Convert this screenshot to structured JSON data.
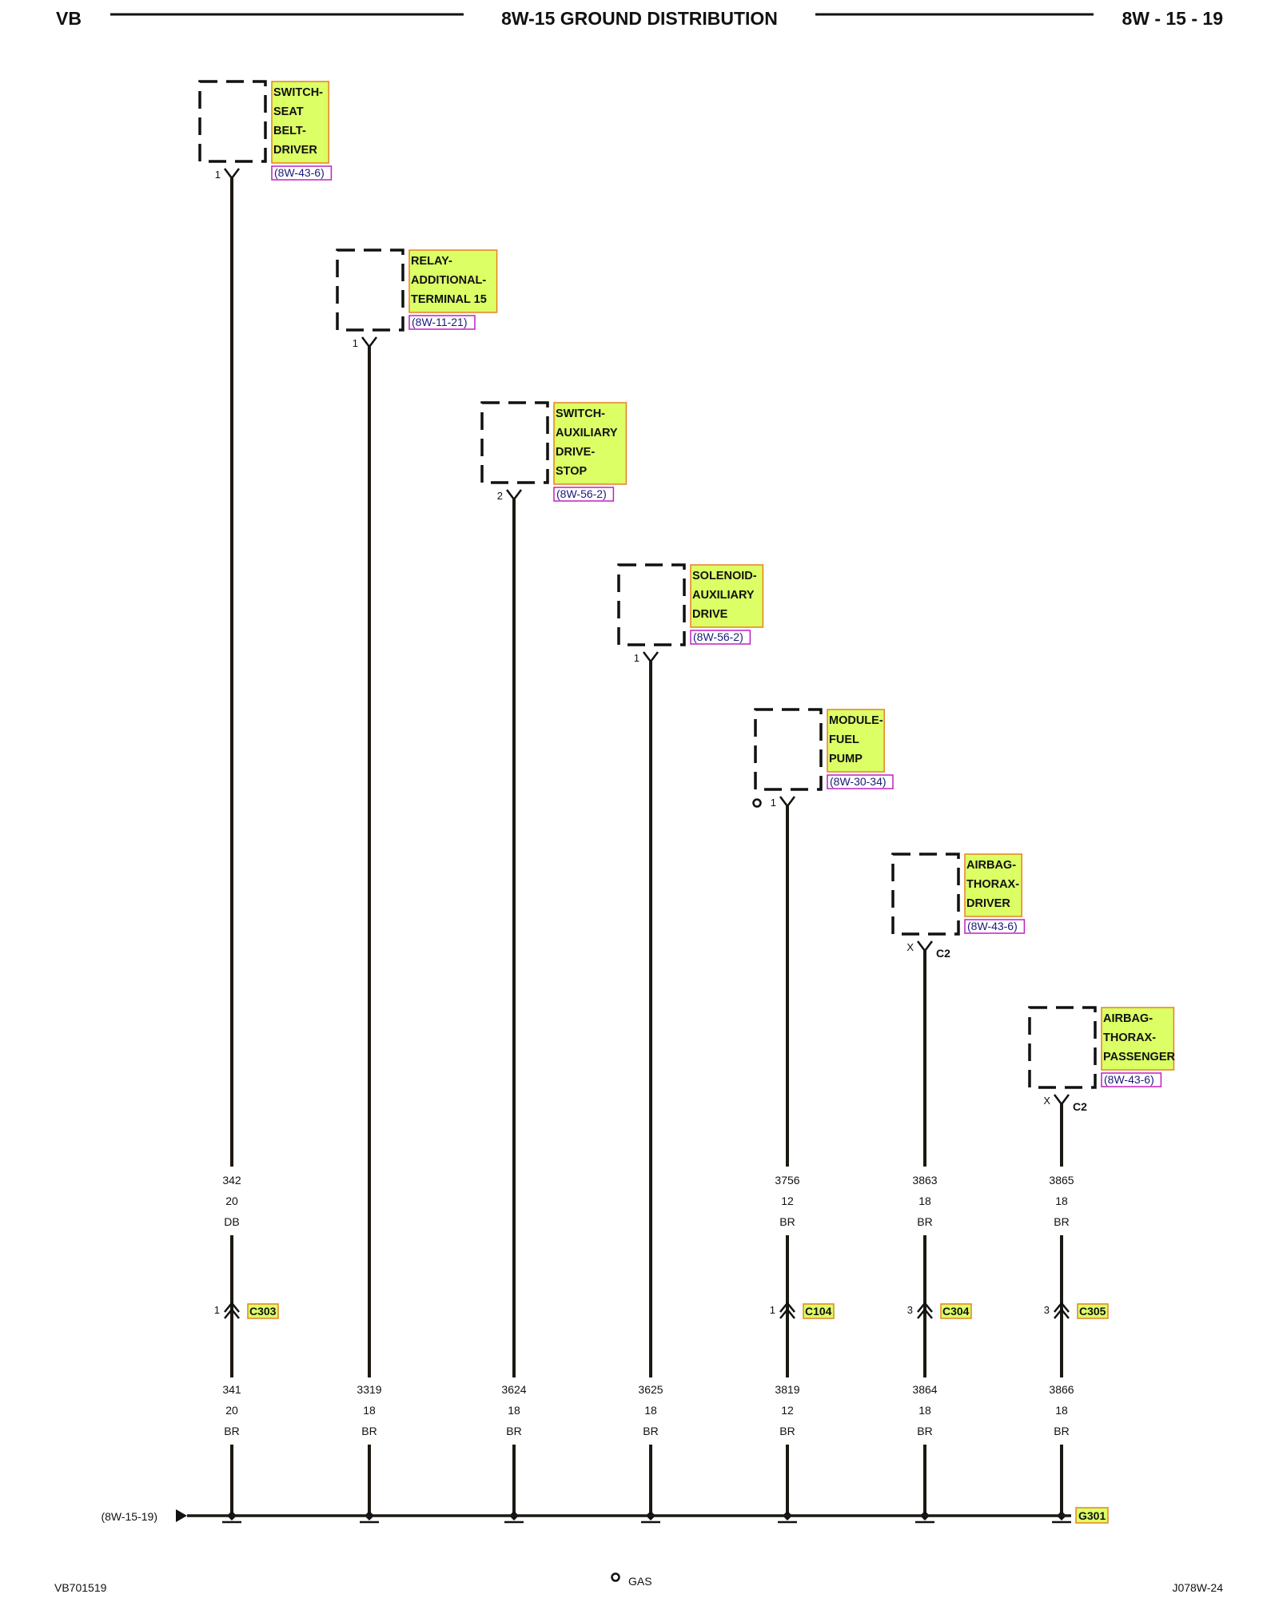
{
  "header": {
    "left": "VB",
    "title": "8W-15 GROUND DISTRIBUTION",
    "page": "8W - 15 - 19"
  },
  "components": [
    {
      "lines": [
        "SWITCH-",
        "SEAT",
        "BELT-",
        "DRIVER"
      ],
      "ref": "(8W-43-6)",
      "pin": "1",
      "cavity": ""
    },
    {
      "lines": [
        "RELAY-",
        "ADDITIONAL-",
        "TERMINAL 15"
      ],
      "ref": "(8W-11-21)",
      "pin": "1",
      "cavity": ""
    },
    {
      "lines": [
        "SWITCH-",
        "AUXILIARY",
        "DRIVE-",
        "STOP"
      ],
      "ref": "(8W-56-2)",
      "pin": "2",
      "cavity": ""
    },
    {
      "lines": [
        "SOLENOID-",
        "AUXILIARY",
        "DRIVE"
      ],
      "ref": "(8W-56-2)",
      "pin": "1",
      "cavity": ""
    },
    {
      "lines": [
        "MODULE-",
        "FUEL",
        "PUMP"
      ],
      "ref": "(8W-30-34)",
      "pin": "1",
      "cavity": "",
      "option_marker": true
    },
    {
      "lines": [
        "AIRBAG-",
        "THORAX-",
        "DRIVER"
      ],
      "ref": "(8W-43-6)",
      "pin": "X",
      "cavity": "C2"
    },
    {
      "lines": [
        "AIRBAG-",
        "THORAX-",
        "PASSENGER"
      ],
      "ref": "(8W-43-6)",
      "pin": "X",
      "cavity": "C2"
    }
  ],
  "upper_wires": [
    {
      "circuit": "342",
      "gauge": "20",
      "color": "DB"
    },
    null,
    null,
    null,
    {
      "circuit": "3756",
      "gauge": "12",
      "color": "BR"
    },
    {
      "circuit": "3863",
      "gauge": "18",
      "color": "BR"
    },
    {
      "circuit": "3865",
      "gauge": "18",
      "color": "BR"
    }
  ],
  "connectors": [
    {
      "pin": "1",
      "name": "C303"
    },
    null,
    null,
    null,
    {
      "pin": "1",
      "name": "C104"
    },
    {
      "pin": "3",
      "name": "C304"
    },
    {
      "pin": "3",
      "name": "C305"
    }
  ],
  "lower_wires": [
    {
      "circuit": "341",
      "gauge": "20",
      "color": "BR"
    },
    {
      "circuit": "3319",
      "gauge": "18",
      "color": "BR"
    },
    {
      "circuit": "3624",
      "gauge": "18",
      "color": "BR"
    },
    {
      "circuit": "3625",
      "gauge": "18",
      "color": "BR"
    },
    {
      "circuit": "3819",
      "gauge": "12",
      "color": "BR"
    },
    {
      "circuit": "3864",
      "gauge": "18",
      "color": "BR"
    },
    {
      "circuit": "3866",
      "gauge": "18",
      "color": "BR"
    }
  ],
  "ground": {
    "ref": "(8W-15-19)",
    "name": "G301"
  },
  "footer": {
    "left": "VB701519",
    "legend": "GAS",
    "right": "J078W-24"
  },
  "colors": {
    "label_fill": "#dcff66",
    "label_border": "#e88020",
    "ref_border": "#c020c0",
    "ref_text": "#1a1a7a",
    "wire": "#1c1812"
  }
}
